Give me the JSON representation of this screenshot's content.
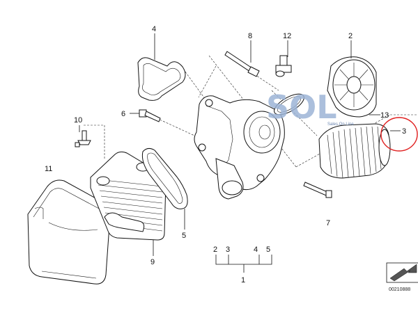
{
  "callouts": {
    "n1": "1",
    "n2": "2",
    "n3": "3",
    "n4": "4",
    "n5": "5",
    "n6": "6",
    "n7": "7",
    "n8": "8",
    "n9": "9",
    "n10": "10",
    "n11": "11",
    "n12": "12",
    "n13": "13"
  },
  "group_labels": [
    "2",
    "3",
    "4",
    "5"
  ],
  "watermark": {
    "text": "SOL",
    "subtext": "Sales.On Line",
    "color_main": "#9db4d6",
    "color_accent": "#c8d6ea"
  },
  "highlight": {
    "color": "#e02020",
    "target": "3"
  },
  "diagram_code": "00210888",
  "colors": {
    "line": "#111111",
    "background": "#ffffff"
  }
}
